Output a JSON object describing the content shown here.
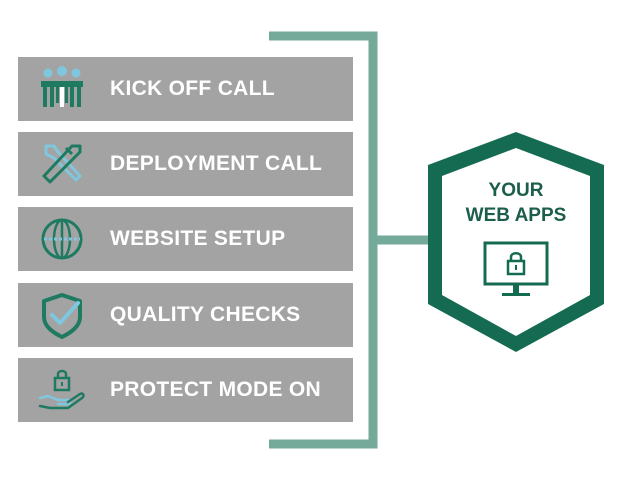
{
  "steps": [
    {
      "label": "KICK OFF CALL",
      "icon": "team-icon"
    },
    {
      "label": "DEPLOYMENT CALL",
      "icon": "tools-icon"
    },
    {
      "label": "WEBSITE SETUP",
      "icon": "globe-icon"
    },
    {
      "label": "QUALITY CHECKS",
      "icon": "shield-check-icon"
    },
    {
      "label": "PROTECT MODE ON",
      "icon": "hand-lock-icon"
    }
  ],
  "shield": {
    "title_line1": "YOUR",
    "title_line2": "WEB APPS",
    "icon": "monitor-lock-icon"
  },
  "colors": {
    "step_background": "#a3a3a3",
    "step_text": "#ffffff",
    "bracket": "#75a99a",
    "shield_dark": "#146b52",
    "shield_text": "#1b5e4b",
    "icon_teal": "#1f7a62",
    "icon_light_blue": "#7fc7de"
  }
}
